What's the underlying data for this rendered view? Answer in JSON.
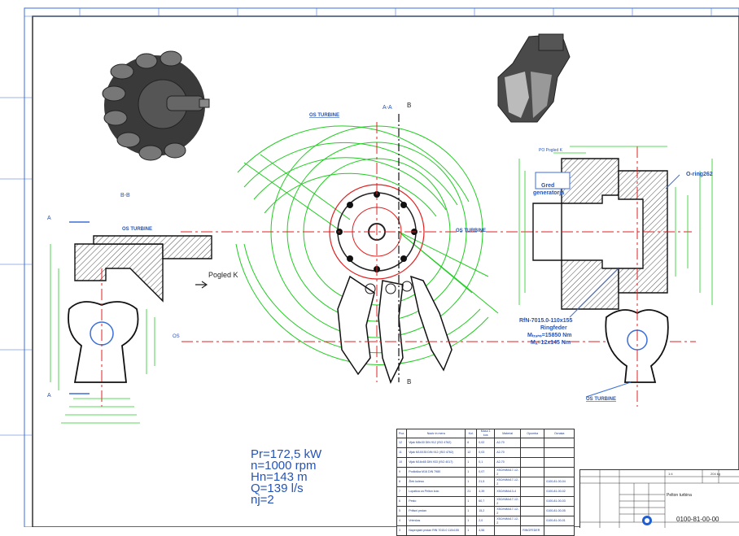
{
  "drawing": {
    "section_aa": "A-A",
    "section_bb": "B-B",
    "section_marker_a": "A",
    "section_marker_b": "B",
    "os_turbine": "OS TURBINE",
    "os": "OS",
    "pogled_k": "Pogled K",
    "po_pogled_k": "PO Pogled K",
    "gred_generatorja": [
      "Gred",
      "generatorja"
    ],
    "o_ring": "O-ring262",
    "ringfeder": [
      "RfN-7015.0-110x155",
      "Ringfeder",
      "Mₜᵣₐₙₛ=15850 Nm",
      "Mₐ=12x145 Nm"
    ]
  },
  "specs": [
    "Pr=172,5 kW",
    "n=1000 rpm",
    "Hn=143 m",
    "Q=139 l/s",
    "nj=2"
  ],
  "bom": {
    "headers": [
      "Poz.",
      "Naziv in mera",
      "Kol.",
      "Masa 1 kos",
      "Material",
      "Opomba",
      "Oznaka"
    ],
    "rows": [
      [
        "12",
        "Vijak M8x30 DIN 912 (ISO 4762)",
        "6",
        "0,02",
        "A2-70",
        "",
        ""
      ],
      [
        "11",
        "Vijak M10X35 DIN 912 (ISO 4762)",
        "12",
        "0,03",
        "A2-70",
        "",
        ""
      ],
      [
        "10",
        "Vijak M16x65 DIN 933 (ISO 4017)",
        "1",
        "0,1",
        "A2-70",
        "",
        ""
      ],
      [
        "9",
        "Podloška M16 DIN 7980",
        "1",
        "0,07",
        "X5CrNiMo17-12-2",
        "",
        ""
      ],
      [
        "8",
        "Žleb kolesa",
        "1",
        "21,5",
        "X5CrNiMo17-12-2",
        "",
        "0100-81-00-04"
      ],
      [
        "7",
        "Lopatica za Pelton kolo",
        "21",
        "4,39",
        "X5CrNiMo13-4",
        "",
        "0100-81-00-02"
      ],
      [
        "6",
        "Pesto",
        "1",
        "60,7",
        "X5CrNiMo17-12-2",
        "",
        "0100-81-00-03"
      ],
      [
        "5",
        "Pritisni prstan",
        "1",
        "15,2",
        "X5CrNiMo17-12-2",
        "",
        "0100-81-00-05"
      ],
      [
        "4",
        "Vrtenčas",
        "1",
        "2,0",
        "X5CrNiMo17-12-2",
        "",
        "0100-81-00-01"
      ],
      [
        "3",
        "Napenjalni prstan RfN 7015.0 110x155",
        "1",
        "4,56",
        "",
        "RINGFEDER",
        ""
      ]
    ]
  },
  "title_block": {
    "name": "Pelton turbina",
    "drawing_no": "0100-81-00-00",
    "scale": "1:4",
    "mass": "204 kg"
  }
}
